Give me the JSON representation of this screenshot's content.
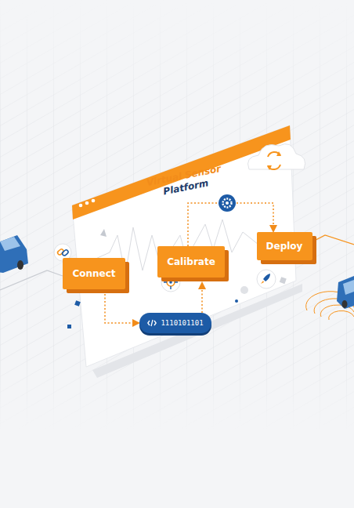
{
  "diagram": {
    "title": "Virtual Sensor Platform",
    "nodes": [
      {
        "text": [
          "Connect"
        ]
      },
      {
        "text": [
          "Calibrate"
        ]
      },
      {
        "text": [
          "Deploy"
        ]
      },
      {
        "text": [
          "1110101101"
        ]
      }
    ],
    "edges": [
      {
        "from": 0,
        "to": 3,
        "arrow": "to"
      },
      {
        "from": 3,
        "to": 1,
        "arrow": "to"
      },
      {
        "from": 1,
        "to": 2,
        "arrow": "to"
      }
    ]
  }
}
